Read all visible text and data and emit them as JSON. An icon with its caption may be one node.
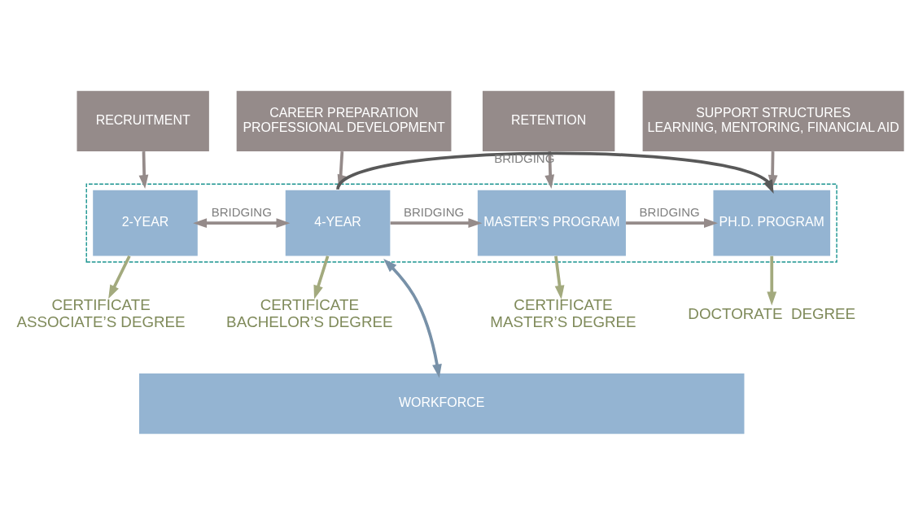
{
  "diagram": {
    "nodes": [
      {
        "text": [
          "RECRUITMENT"
        ]
      },
      {
        "text": [
          "CAREER PREPARATION",
          "PROFESSIONAL DEVELOPMENT"
        ]
      },
      {
        "text": [
          "RETENTION"
        ]
      },
      {
        "text": [
          "SUPPORT STRUCTURES",
          "LEARNING, MENTORING, FINANCIAL AID"
        ]
      },
      {
        "text": [],
        "shape": "box"
      },
      {
        "text": [
          "2-YEAR"
        ],
        "in": 4
      },
      {
        "text": [
          "4-YEAR"
        ],
        "in": 4
      },
      {
        "text": [
          "MASTER’S PROGRAM"
        ],
        "in": 4
      },
      {
        "text": [
          "PH.D. PROGRAM"
        ],
        "in": 4
      },
      {
        "text": [
          "CERTIFICATE",
          "ASSOCIATE’S DEGREE"
        ]
      },
      {
        "text": [
          "CERTIFICATE",
          "BACHELOR’S DEGREE"
        ]
      },
      {
        "text": [
          "CERTIFICATE",
          "MASTER’S DEGREE"
        ]
      },
      {
        "text": [
          "DOCTORATE  DEGREE"
        ]
      },
      {
        "text": [
          "WORKFORCE"
        ]
      }
    ],
    "edges": [
      {
        "from": 0,
        "to": 4,
        "arrow": "to"
      },
      {
        "from": 1,
        "to": 4,
        "arrow": "to"
      },
      {
        "from": 2,
        "to": 4,
        "arrow": "to"
      },
      {
        "from": 3,
        "to": 4,
        "arrow": "to"
      },
      {
        "from": 5,
        "to": 6,
        "arrow": "both",
        "label": "BRIDGING"
      },
      {
        "from": 6,
        "to": 7,
        "arrow": "to",
        "label": "BRIDGING"
      },
      {
        "from": 7,
        "to": 8,
        "arrow": "to",
        "label": "BRIDGING"
      },
      {
        "from": 6,
        "to": 8,
        "arrow": "to",
        "label": "BRIDGING",
        "color": "#595959"
      },
      {
        "from": 5,
        "to": 9,
        "arrow": "to",
        "color": "#a3aa7e"
      },
      {
        "from": 6,
        "to": 10,
        "arrow": "to",
        "color": "#a3aa7e"
      },
      {
        "from": 7,
        "to": 11,
        "arrow": "to",
        "color": "#a3aa7e"
      },
      {
        "from": 8,
        "to": 12,
        "arrow": "to",
        "color": "#a3aa7e"
      },
      {
        "from": 4,
        "to": 13,
        "arrow": "both",
        "color": "#7891a8"
      }
    ]
  }
}
